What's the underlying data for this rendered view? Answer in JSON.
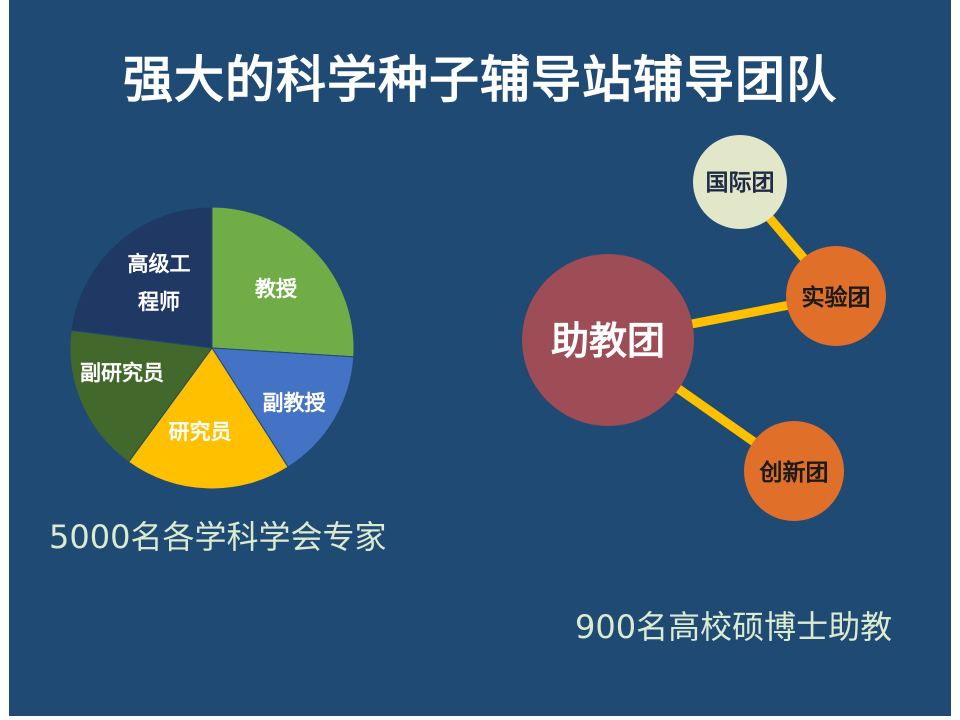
{
  "slide": {
    "title": "强大的科学种子辅导站辅导团队",
    "caption_experts": "5000名各学科学会专家",
    "caption_assistants": "900名高校硕博士助教"
  },
  "pie": {
    "slices": [
      {
        "label": "教授",
        "value": 26,
        "color": "#70ad47"
      },
      {
        "label": "副教授",
        "value": 15,
        "color": "#4472c4"
      },
      {
        "label": "研究员",
        "value": 19,
        "color": "#ffc000"
      },
      {
        "label": "副研究员",
        "value": 17,
        "color": "#43682b"
      },
      {
        "label": "高级工\n程师",
        "value": 23,
        "color": "#203864"
      }
    ]
  },
  "network": {
    "center": {
      "label": "助教团",
      "color": "#9e4c55"
    },
    "nodes": [
      {
        "label": "国际团",
        "color": "#e2e7c9",
        "text_color": "#1f2a44"
      },
      {
        "label": "实验团",
        "color": "#e06f2a",
        "text_color": "#1a1a1a"
      },
      {
        "label": "创新团",
        "color": "#e06f2a",
        "text_color": "#1a1a1a"
      }
    ],
    "link_color": "#ffc000"
  }
}
